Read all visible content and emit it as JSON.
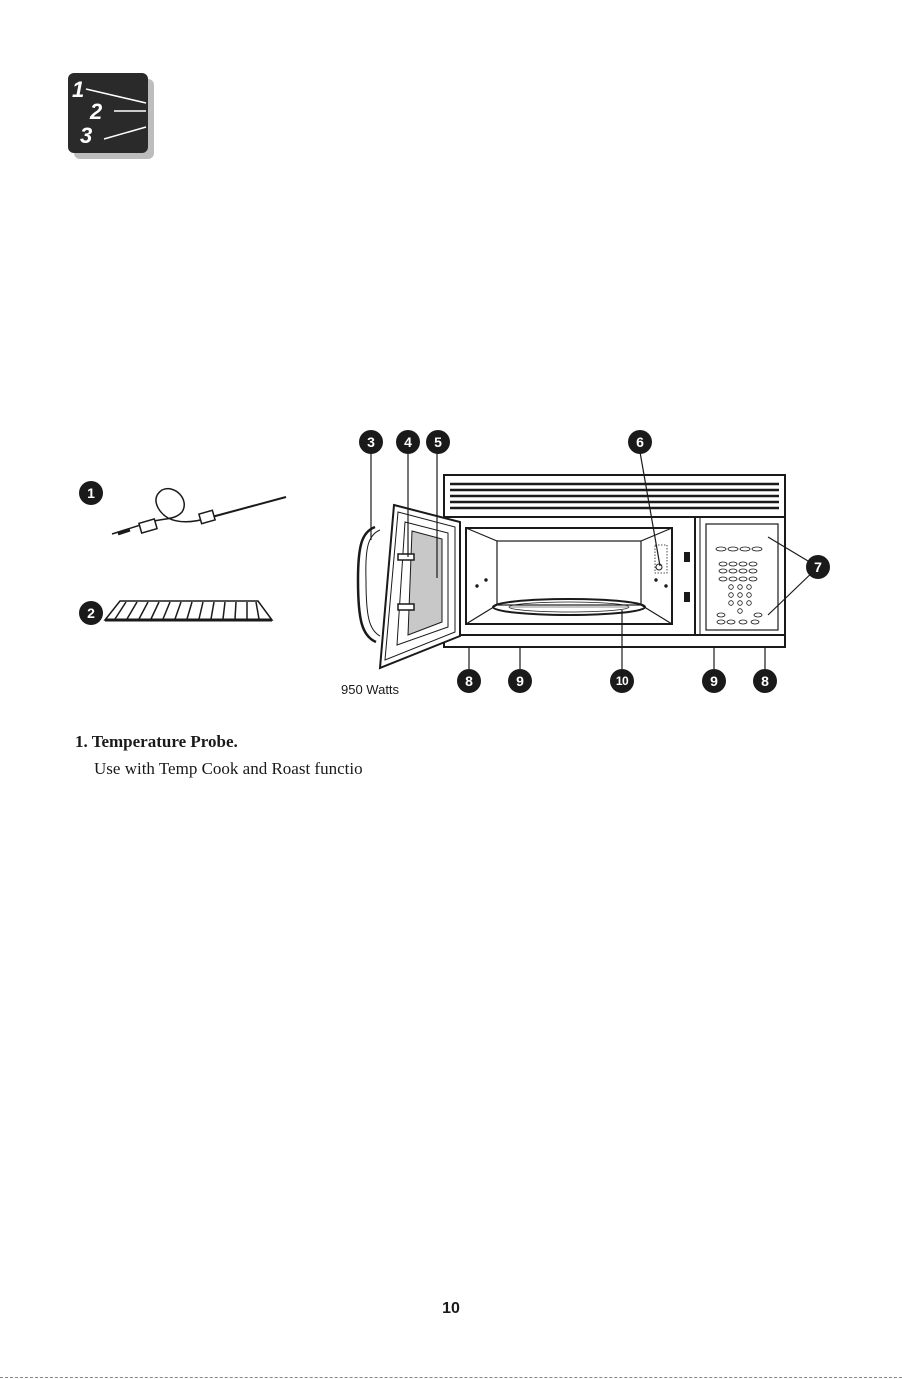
{
  "callouts": {
    "n1": "1",
    "n2": "2",
    "n3": "3",
    "n4": "4",
    "n5": "5",
    "n6": "6",
    "n7": "7",
    "n8": "8",
    "n9": "9",
    "n10": "10"
  },
  "caption": {
    "watts": "950 Watts"
  },
  "items": [
    {
      "heading": "1. Temperature Probe.",
      "description": "Use with Temp Cook and Roast functio"
    }
  ],
  "badge": {
    "numbers": [
      "1",
      "2",
      "3"
    ]
  },
  "footer": {
    "page_number": "10"
  },
  "colors": {
    "ink": "#1a1a1a",
    "badge_bg": "#2a2a2a",
    "badge_shadow": "#bdbdbd",
    "window": "#c8c8c8"
  },
  "icons": {
    "step_badge": "steps-1-2-3-icon",
    "probe": "temperature-probe-icon",
    "rack": "wire-rack-icon"
  }
}
